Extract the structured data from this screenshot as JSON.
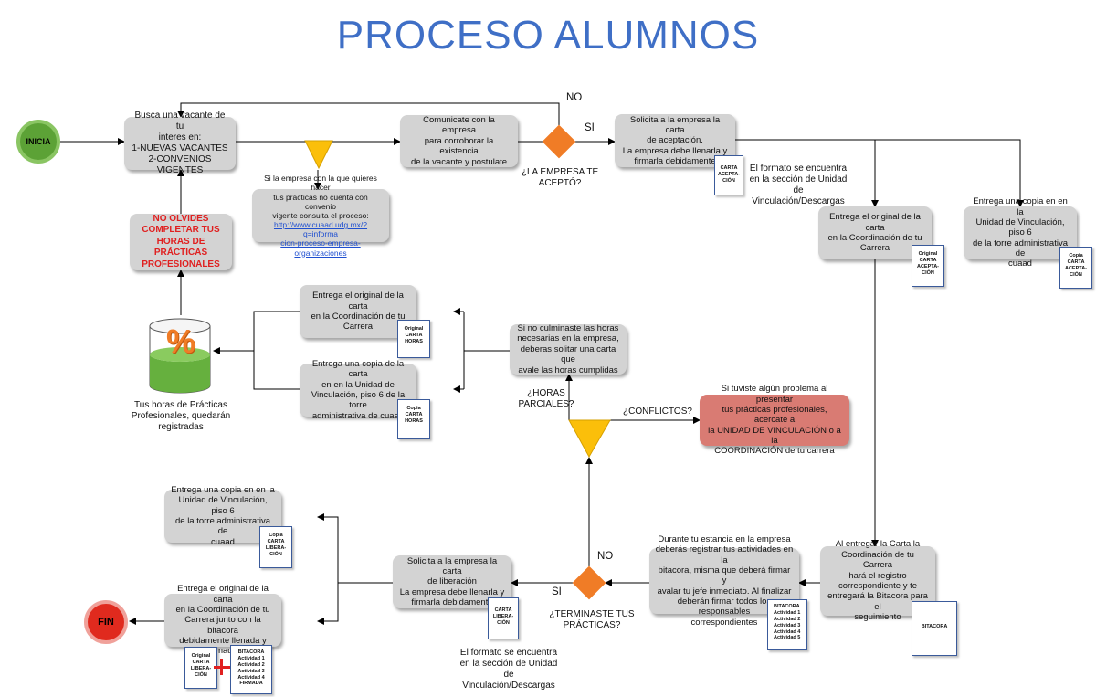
{
  "title": "PROCESO ALUMNOS",
  "start": "INICIA",
  "end": "FIN",
  "boxes": {
    "busca": [
      "Busca una vacante de tu",
      "interes en:",
      "1-NUEVAS VACANTES",
      "2-CONVENIOS VIGENTES"
    ],
    "comunicate": [
      "Comunicate con la empresa",
      "para corroborar la existencia",
      "de la vacante y postulate"
    ],
    "solicita_aceptacion": [
      "Solicita a la empresa la carta",
      "de aceptación.",
      "La empresa debe llenarla y",
      "firmarla debidamente"
    ],
    "convenio_note": [
      "Si la empresa con la que quieres hacer",
      "tus prácticas no cuenta con convenio",
      "vigente consulta el proceso:"
    ],
    "convenio_link": [
      "http://www.cuaad.udg.mx/?q=informa",
      "cion-proceso-empresa-organizaciones"
    ],
    "no_olvides": [
      "NO OLVIDES",
      "COMPLETAR TUS",
      "HORAS DE PRÁCTICAS",
      "PROFESIONALES"
    ],
    "entrega_original_aceptacion": [
      "Entrega el original de la carta",
      "en la Coordinación de tu",
      "Carrera"
    ],
    "entrega_copia_aceptacion": [
      "Entrega una copia en en la",
      "Unidad de Vinculación, piso 6",
      "de la torre administrativa de",
      "cuaad"
    ],
    "entrega_original_horas": [
      "Entrega el original de la carta",
      "en la Coordinación de tu",
      "Carrera"
    ],
    "entrega_copia_horas": [
      "Entrega una copia de la carta",
      "en en la Unidad de",
      "Vinculación, piso 6 de la torre",
      "administrativa de cuaad"
    ],
    "no_culminaste": [
      "Si no culminaste las horas",
      "necesarias en la empresa,",
      "deberas solitar una carta que",
      "avale las horas cumplidas"
    ],
    "conflictos": [
      "Si tuviste algún problema al presentar",
      "tus prácticas profesionales, acercate a",
      "la UNIDAD DE VINCULACIÓN o a la",
      "COORDINACIÓN de tu carrera"
    ],
    "entrega_copia_liberacion": [
      "Entrega una copia en en la",
      "Unidad de Vinculación, piso 6",
      "de la torre administrativa de",
      "cuaad"
    ],
    "entrega_original_liberacion": [
      "Entrega el original de la carta",
      "en la Coordinación de tu",
      "Carrera junto con la bitacora",
      "debidamente llenada y",
      "firmada"
    ],
    "solicita_liberacion": [
      "Solicita a la empresa la carta",
      "de liberación",
      "La empresa debe llenarla y",
      "firmarla debidamente"
    ],
    "durante_estancia": [
      "Durante tu estancia en la empresa",
      "deberás registrar tus actividades en la",
      "bitacora, misma que deberá firmar y",
      "avalar tu jefe inmediato. Al finalizar",
      "deberán firmar todos los responsables",
      "correspondientes"
    ],
    "al_entregar": [
      "Al entregar la Carta la",
      "Coordinación de tu Carrera",
      "hará el registro",
      "correspondiente y te",
      "entregará la Bitacora para el",
      "seguimiento"
    ]
  },
  "labels": {
    "no_top": "NO",
    "si_top": "SI",
    "empresa_acepto": [
      "¿LA EMPRESA TE",
      "ACEPTÓ?"
    ],
    "formato_descargas_1": [
      "El formato se encuentra",
      "en la sección de  Unidad",
      "de Vinculación/Descargas"
    ],
    "horas_registradas": [
      "Tus horas de Prácticas",
      "Profesionales, quedarán",
      "registradas"
    ],
    "percent": "%",
    "horas_parciales": [
      "¿HORAS",
      "PARCIALES?"
    ],
    "conflictos_q": "¿CONFLICTOS?",
    "no_bottom": "NO",
    "si_bottom": "SI",
    "terminaste": [
      "¿TERMINASTE TUS",
      "PRÁCTICAS?"
    ],
    "formato_descargas_2": [
      "El formato se encuentra",
      "en la sección de  Unidad",
      "de Vinculación/Descargas"
    ]
  },
  "docs": {
    "carta_aceptacion": [
      "CARTA",
      "ACEPTA-",
      "CIÓN"
    ],
    "original_aceptacion": [
      "Original",
      "CARTA",
      "ACEPTA-",
      "CIÓN"
    ],
    "copia_aceptacion": [
      "Copia",
      "CARTA",
      "ACEPTA-",
      "CIÓN"
    ],
    "original_horas": [
      "Original",
      "CARTA",
      "HORAS"
    ],
    "copia_horas": [
      "Copia",
      "CARTA",
      "HORAS"
    ],
    "copia_liberacion": [
      "Copia",
      "CARTA",
      "LIBERA-",
      "CIÓN"
    ],
    "original_liberacion": [
      "Original",
      "CARTA",
      "LIBERA-",
      "CIÓN"
    ],
    "bitacora_firmada": [
      "BITACORA",
      "Actividad 1",
      "Actividad 2",
      "Actividad 3",
      "Actividad 4",
      "FIRMADA"
    ],
    "carta_liberacion": [
      "CARTA",
      "LIBERA-",
      "CIÓN"
    ],
    "bitacora_actividades": [
      "BITACORA",
      "Actividad 1",
      "Actividad 2",
      "Actividad 3",
      "Actividad 4",
      "Actividad 5"
    ],
    "bitacora": [
      "BITACORA"
    ]
  },
  "colors": {
    "title": "#3f6fc6",
    "box": "#d3d3d3",
    "start": "#5ca236",
    "end": "#e02a1e",
    "decision": "#f07c26",
    "merge": "#fbbf0a",
    "alert_box": "#d97b73",
    "alert_text": "#e02020"
  }
}
